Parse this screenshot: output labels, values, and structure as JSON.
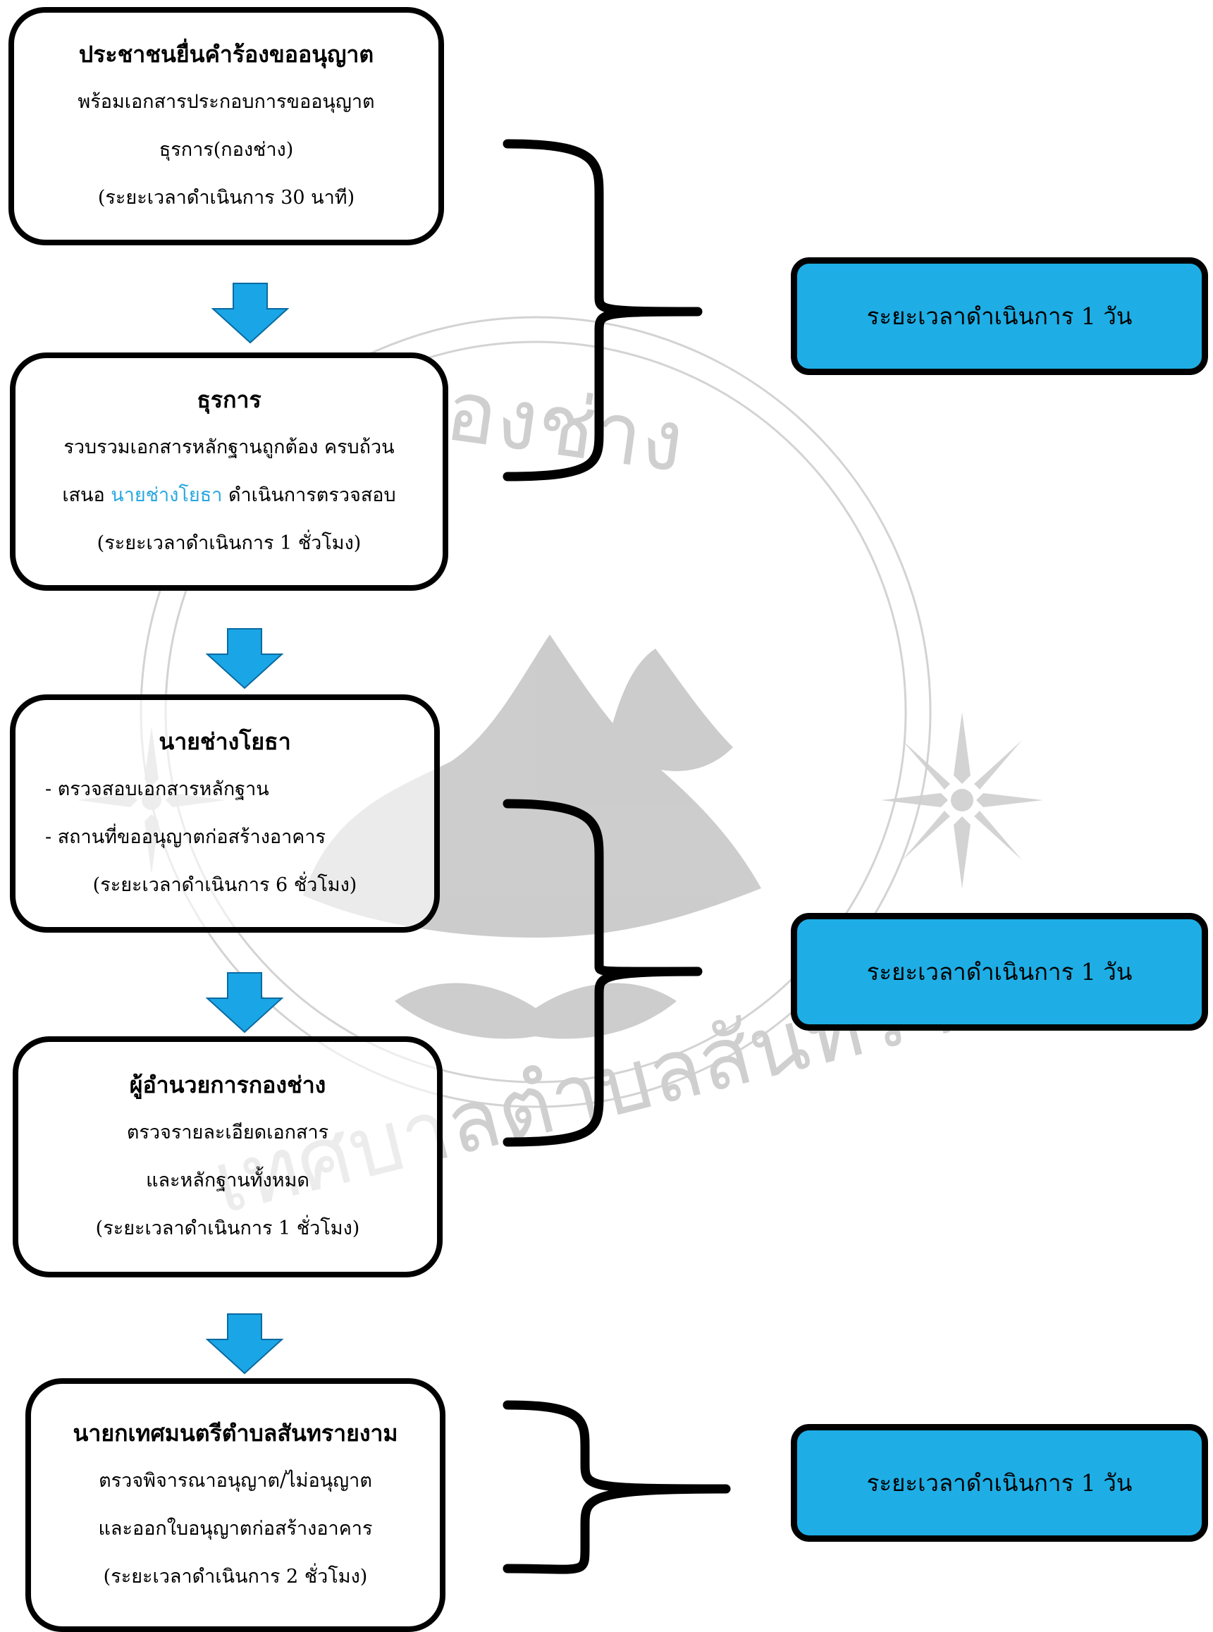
{
  "watermark": {
    "text_top": "กองช่าง",
    "text_bottom": "เทศบาลตำบลสันทรายงาม"
  },
  "steps": [
    {
      "title": "ประชาชนยื่นคำร้องขออนุญาต",
      "lines": [
        "พร้อมเอกสารประกอบการขออนุญาต",
        "ธุรการ(กองช่าง)",
        "(ระยะเวลาดำเนินการ 30 นาที)"
      ]
    },
    {
      "title": "ธุรการ",
      "lines": [
        "รวบรวมเอกสารหลักฐานถูกต้อง ครบถ้วน"
      ],
      "line2_pre": "เสนอ ",
      "line2_highlight": "นายช่างโยธา",
      "line2_post": " ดำเนินการตรวจสอบ",
      "time": "(ระยะเวลาดำเนินการ 1 ชั่วโมง)"
    },
    {
      "title": "นายช่างโยธา",
      "lines": [
        "- ตรวจสอบเอกสารหลักฐาน",
        "- สถานที่ขออนุญาตก่อสร้างอาคาร",
        "(ระยะเวลาดำเนินการ 6 ชั่วโมง)"
      ]
    },
    {
      "title": "ผู้อำนวยการกองช่าง",
      "lines": [
        "ตรวจรายละเอียดเอกสาร",
        "และหลักฐานทั้งหมด",
        "(ระยะเวลาดำเนินการ 1 ชั่วโมง)"
      ]
    },
    {
      "title": "นายกเทศมนตรีตำบลสันทรายงาม",
      "lines": [
        "ตรวจพิจารณาอนุญาต/ไม่อนุญาต",
        "และออกใบอนุญาตก่อสร้างอาคาร",
        "(ระยะเวลาดำเนินการ 2 ชั่วโมง)"
      ]
    }
  ],
  "summaries": [
    {
      "label": "ระยะเวลาดำเนินการ 1 วัน"
    },
    {
      "label": "ระยะเวลาดำเนินการ 1 วัน"
    },
    {
      "label": "ระยะเวลาดำเนินการ 1 วัน"
    }
  ],
  "colors": {
    "arrow": "#1aa6e6",
    "summary_fill": "#1eaee5",
    "highlight": "#29a8e0",
    "watermark": "#c8c8c8"
  }
}
